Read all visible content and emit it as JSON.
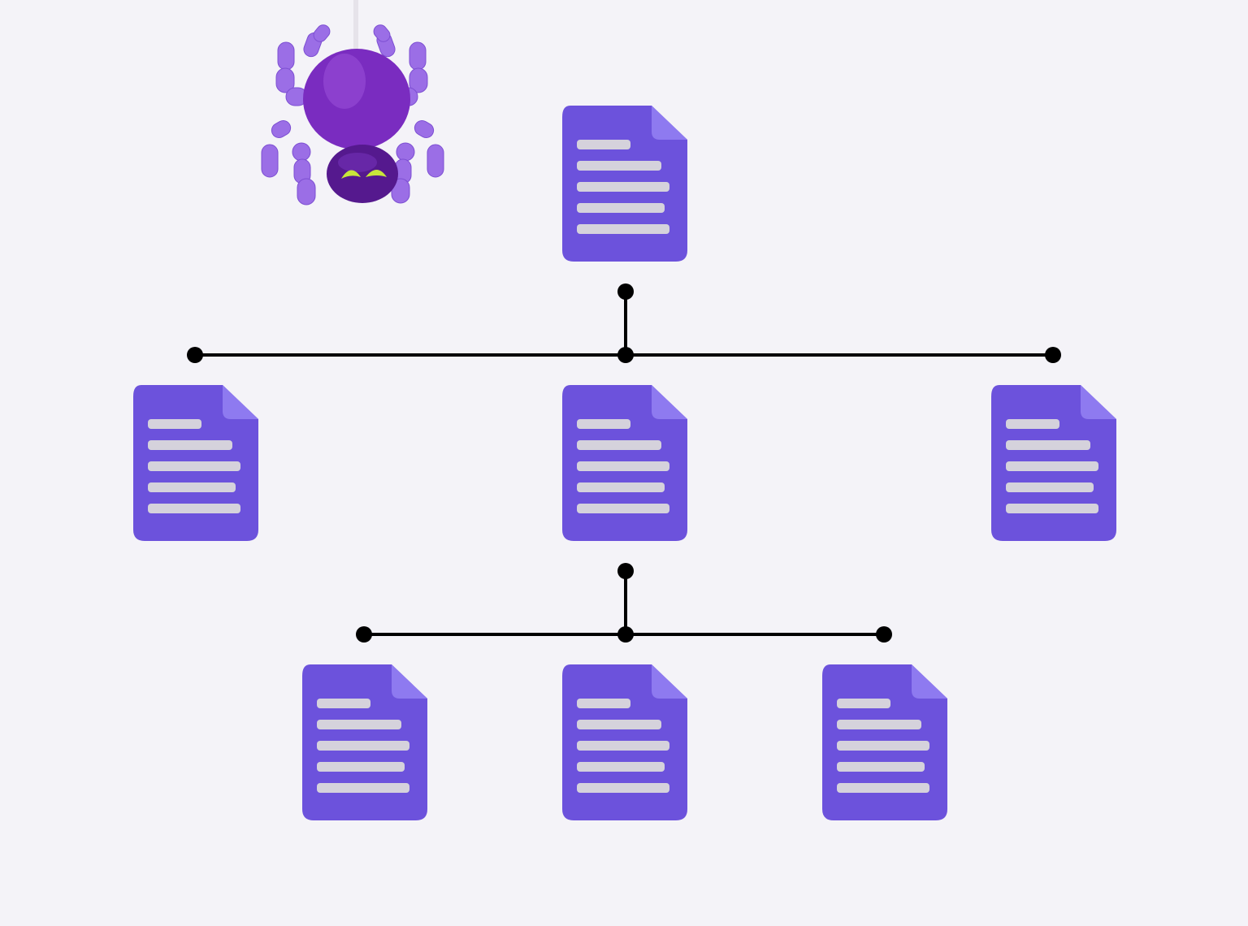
{
  "colors": {
    "background": "#f4f3f8",
    "document_body": "#6c52dc",
    "document_fold": "#8e7af0",
    "document_lines": "#d5d2dc",
    "connector": "#000000",
    "spider_body": "#7a2cc0",
    "spider_legs": "#9b6ee6",
    "spider_eyes": "#c8e63a"
  },
  "icons": {
    "mascot": "spider-icon",
    "node": "document-icon"
  },
  "tree": {
    "root": "document",
    "children": [
      {
        "node": "document",
        "children": []
      },
      {
        "node": "document",
        "children": [
          "document",
          "document",
          "document"
        ]
      },
      {
        "node": "document",
        "children": []
      }
    ]
  }
}
